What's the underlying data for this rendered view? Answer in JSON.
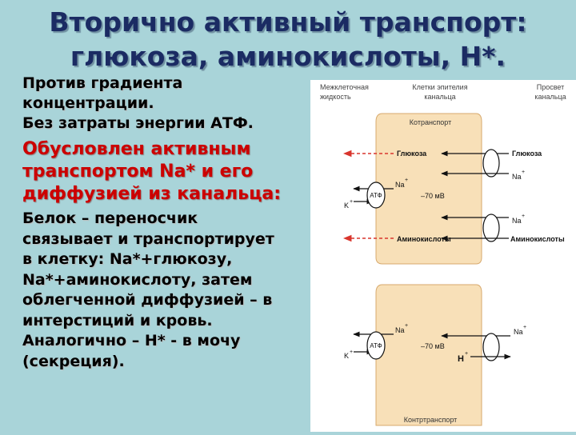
{
  "title": {
    "line1": "Вторично активный транспорт:",
    "line2": "глюкоза, аминокислоты, Н*."
  },
  "left": {
    "p1": [
      "Против градиента",
      "концентрации.",
      "Без затраты энергии АТФ."
    ],
    "p2": [
      "Обусловлен активным",
      "транспортом Na* и его",
      "диффузией из канальца:"
    ],
    "p3": [
      "Белок – переносчик",
      "связывает  и транспортирует",
      "в клетку: Na*+глюкозу,",
      "Na*+аминокислоту, затем",
      "облегченной диффузией – в",
      "интерстиций и кровь.",
      "Аналогично – Н* - в мочу",
      "(секреция)."
    ]
  },
  "diagram": {
    "header_left": [
      "Межклеточная",
      "жидкость"
    ],
    "header_mid": [
      "Клетки эпителия",
      "канальца"
    ],
    "header_right": [
      "Просвет",
      "канальца"
    ],
    "cotransport": "Котранспорт",
    "countertransport": "Контртранспорт",
    "glucose_cell": "Глюкоза",
    "glucose_lumen": "Глюкоза",
    "amino_cell": "Аминокислоты",
    "amino_lumen": "Аминокислоты",
    "na_label": "Na",
    "na_charge": "+",
    "k_label": "K",
    "k_charge": "+",
    "atp": "АТФ",
    "voltage": "–70 мВ",
    "h_label": "H",
    "h_charge": "+",
    "colors": {
      "cell": "#f8e0b8",
      "cell_border": "#d7a96d",
      "red": "#d9352d"
    }
  }
}
